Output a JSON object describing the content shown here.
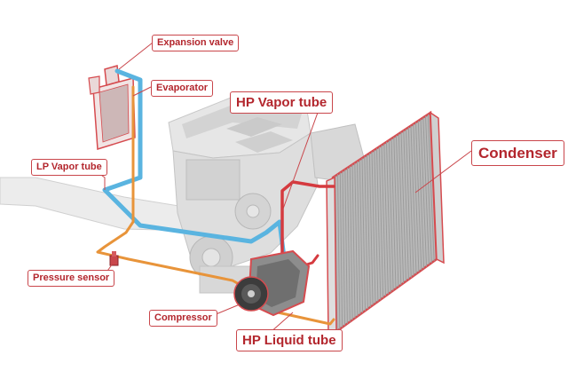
{
  "labels": {
    "expansion_valve": "Expansion valve",
    "evaporator": "Evaporator",
    "hp_vapor_tube": "HP Vapor tube",
    "condenser": "Condenser",
    "lp_vapor_tube": "LP Vapor tube",
    "pressure_sensor": "Pressure sensor",
    "compressor": "Compressor",
    "hp_liquid_tube": "HP Liquid tube"
  },
  "colors": {
    "label_text": "#b3262d",
    "label_border": "#c9464b",
    "lp_vapor_line": "#5ab4e0",
    "liquid_line": "#e8943a",
    "hp_vapor_line": "#d53a3f",
    "component_outline": "#d64b4f",
    "engine_gray": "#d9d9d9"
  }
}
